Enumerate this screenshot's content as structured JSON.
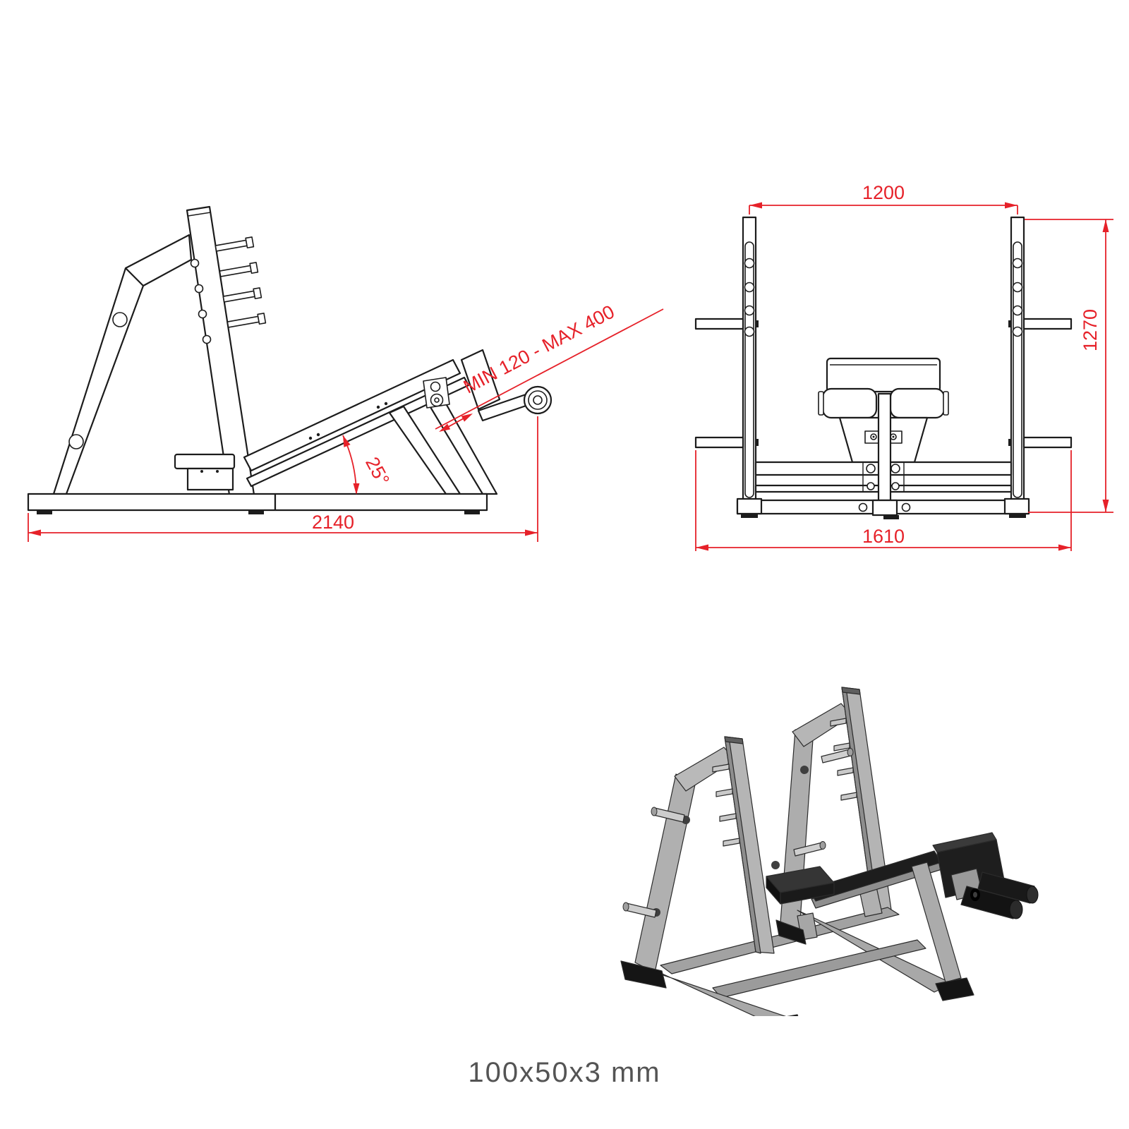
{
  "colors": {
    "dimension_red": "#e62129",
    "drawing_line": "#1c1c1c",
    "note_text": "#545454",
    "frame_gray": "#b2b2b2",
    "pad_black": "#1c1c1c"
  },
  "side_view": {
    "overall_length": "2140",
    "bench_angle": "25°",
    "footrest_range": "MIN 120 - MAX 400"
  },
  "front_view": {
    "rack_width": "1200",
    "overall_height": "1270",
    "base_width": "1610"
  },
  "footer": {
    "tube_spec": "100x50x3 mm"
  }
}
